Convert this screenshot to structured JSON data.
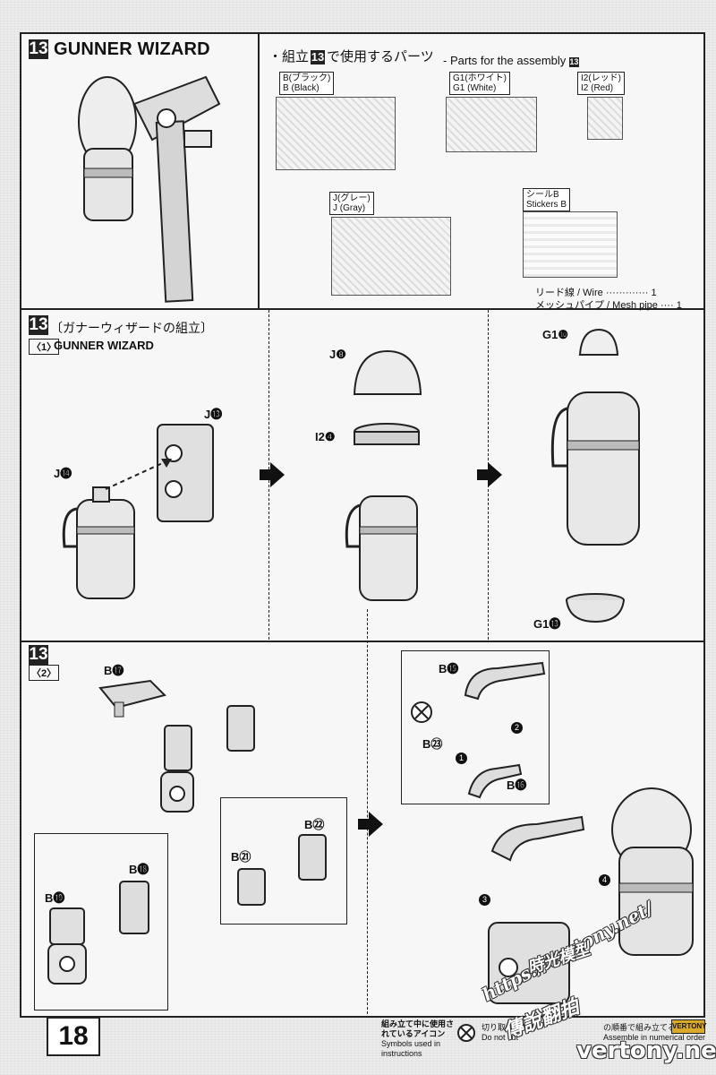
{
  "page_number": "18",
  "step13": {
    "number": "13",
    "title": "GUNNER WIZARD",
    "parts_heading": "・組立",
    "parts_heading_suffix": "で使用するパーツ",
    "parts_heading_en": "- Parts for the assembly",
    "parts": {
      "b_jp": "B(ブラック)",
      "b_en": "B (Black)",
      "g1_jp": "G1(ホワイト)",
      "g1_en": "G1 (White)",
      "i2_jp": "I2(レッド)",
      "i2_en": "I2 (Red)",
      "j_jp": "J(グレー)",
      "j_en": "J (Gray)",
      "seal_jp": "シールB",
      "seal_en": "Stickers B"
    },
    "wire": "リード線 / Wire",
    "wire_dots": "·············",
    "wire_count": "1",
    "mesh": "メッシュパイプ / Mesh pipe",
    "mesh_dots": "····",
    "mesh_count": "1"
  },
  "sub1": {
    "number": "13",
    "title_jp": "〔ガナーウィザードの組立〕",
    "tag": "〈1〉",
    "title_en": "GUNNER WIZARD",
    "labels": {
      "j14": "J",
      "j14n": "⓮",
      "j13": "J",
      "j13n": "⓭",
      "j8": "J",
      "j8n": "❽",
      "i24": "I2",
      "i24n": "❹",
      "g110": "G1",
      "g110n": "❿",
      "g113": "G1",
      "g113n": "⓭"
    }
  },
  "sub2": {
    "number": "13",
    "tag": "〈2〉",
    "labels": {
      "b17": "B",
      "b17n": "⓱",
      "b18": "B",
      "b18n": "⓲",
      "b19": "B",
      "b19n": "⓳",
      "b21": "B",
      "b21n": "㉑",
      "b22": "B",
      "b22n": "㉒",
      "b15": "B",
      "b15n": "⓯",
      "b16": "B",
      "b16n": "⓰",
      "b23": "B",
      "b23n": "㉓"
    },
    "steps": [
      "1",
      "2",
      "3",
      "4"
    ]
  },
  "footer": {
    "icons_jp": "組み立て中に使用されているアイコン",
    "icons_en": "Symbols used in instructions",
    "cut_jp": "切り取り注意",
    "cut_en": "Do not cut",
    "order_jp": "の順番で組み立てる",
    "order_en": "Assemble in numerical order",
    "badge": "VERTONY"
  },
  "watermarks": {
    "url": "https://vertony.net/",
    "site": "vertony.net",
    "cn1": "時光模型",
    "cn2": "傳說翻拍"
  }
}
